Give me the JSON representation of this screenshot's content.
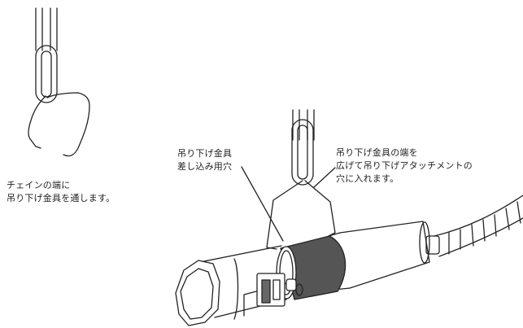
{
  "captions": {
    "left": [
      "チェインの端に",
      "吊り下げ金具を通します。"
    ],
    "middle": [
      "吊り下げ金具",
      "差し込み用穴"
    ],
    "right": [
      "吊り下げ金具の端を",
      "広げて吊り下げアタッチメントの",
      "穴に入れます。"
    ]
  },
  "colors": {
    "line": "#222222",
    "band": "#555555",
    "background": "#ffffff"
  }
}
